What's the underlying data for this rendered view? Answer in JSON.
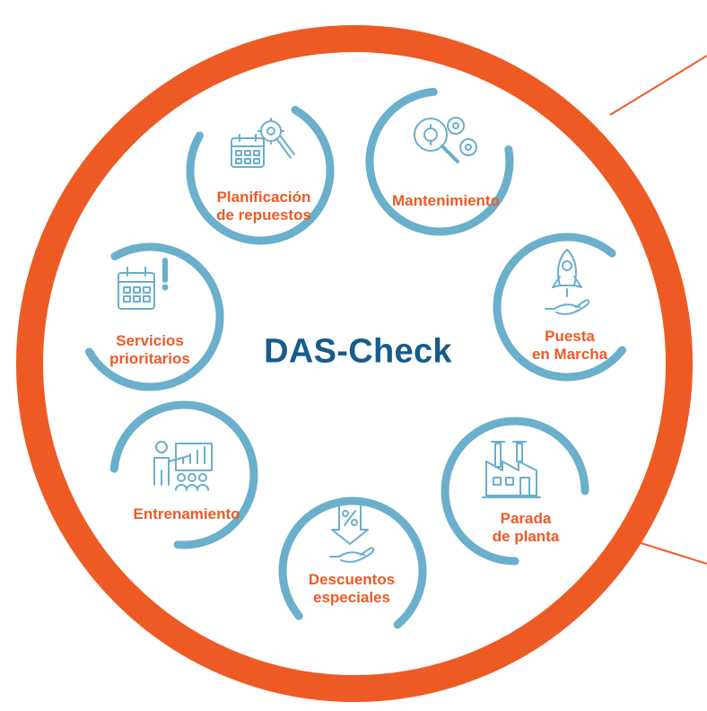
{
  "colors": {
    "ring": "#EE5A24",
    "accent_text": "#EE5A24",
    "arc": "#6AAFCB",
    "icon": "#6AAFCB",
    "title": "#155C8C"
  },
  "diagram": {
    "title": "DAS-Check",
    "nodes": [
      {
        "id": "planificacion",
        "icon": "calendar-gear-wrench-icon",
        "lines": [
          "Planificación",
          "de repuestos"
        ]
      },
      {
        "id": "mantenimiento",
        "icon": "magnifier-gears-icon",
        "lines": [
          "Mantenimiento"
        ]
      },
      {
        "id": "puesta",
        "icon": "rocket-hand-icon",
        "lines": [
          "Puesta",
          "en Marcha"
        ]
      },
      {
        "id": "parada",
        "icon": "factory-icon",
        "lines": [
          "Parada",
          "de planta"
        ]
      },
      {
        "id": "descuentos",
        "icon": "discount-hand-icon",
        "lines": [
          "Descuentos",
          "especiales"
        ]
      },
      {
        "id": "entrenamiento",
        "icon": "presentation-icon",
        "lines": [
          "Entrenamiento"
        ]
      },
      {
        "id": "servicios",
        "icon": "calendar-alert-icon",
        "lines": [
          "Servicios",
          "prioritarios"
        ]
      }
    ]
  }
}
